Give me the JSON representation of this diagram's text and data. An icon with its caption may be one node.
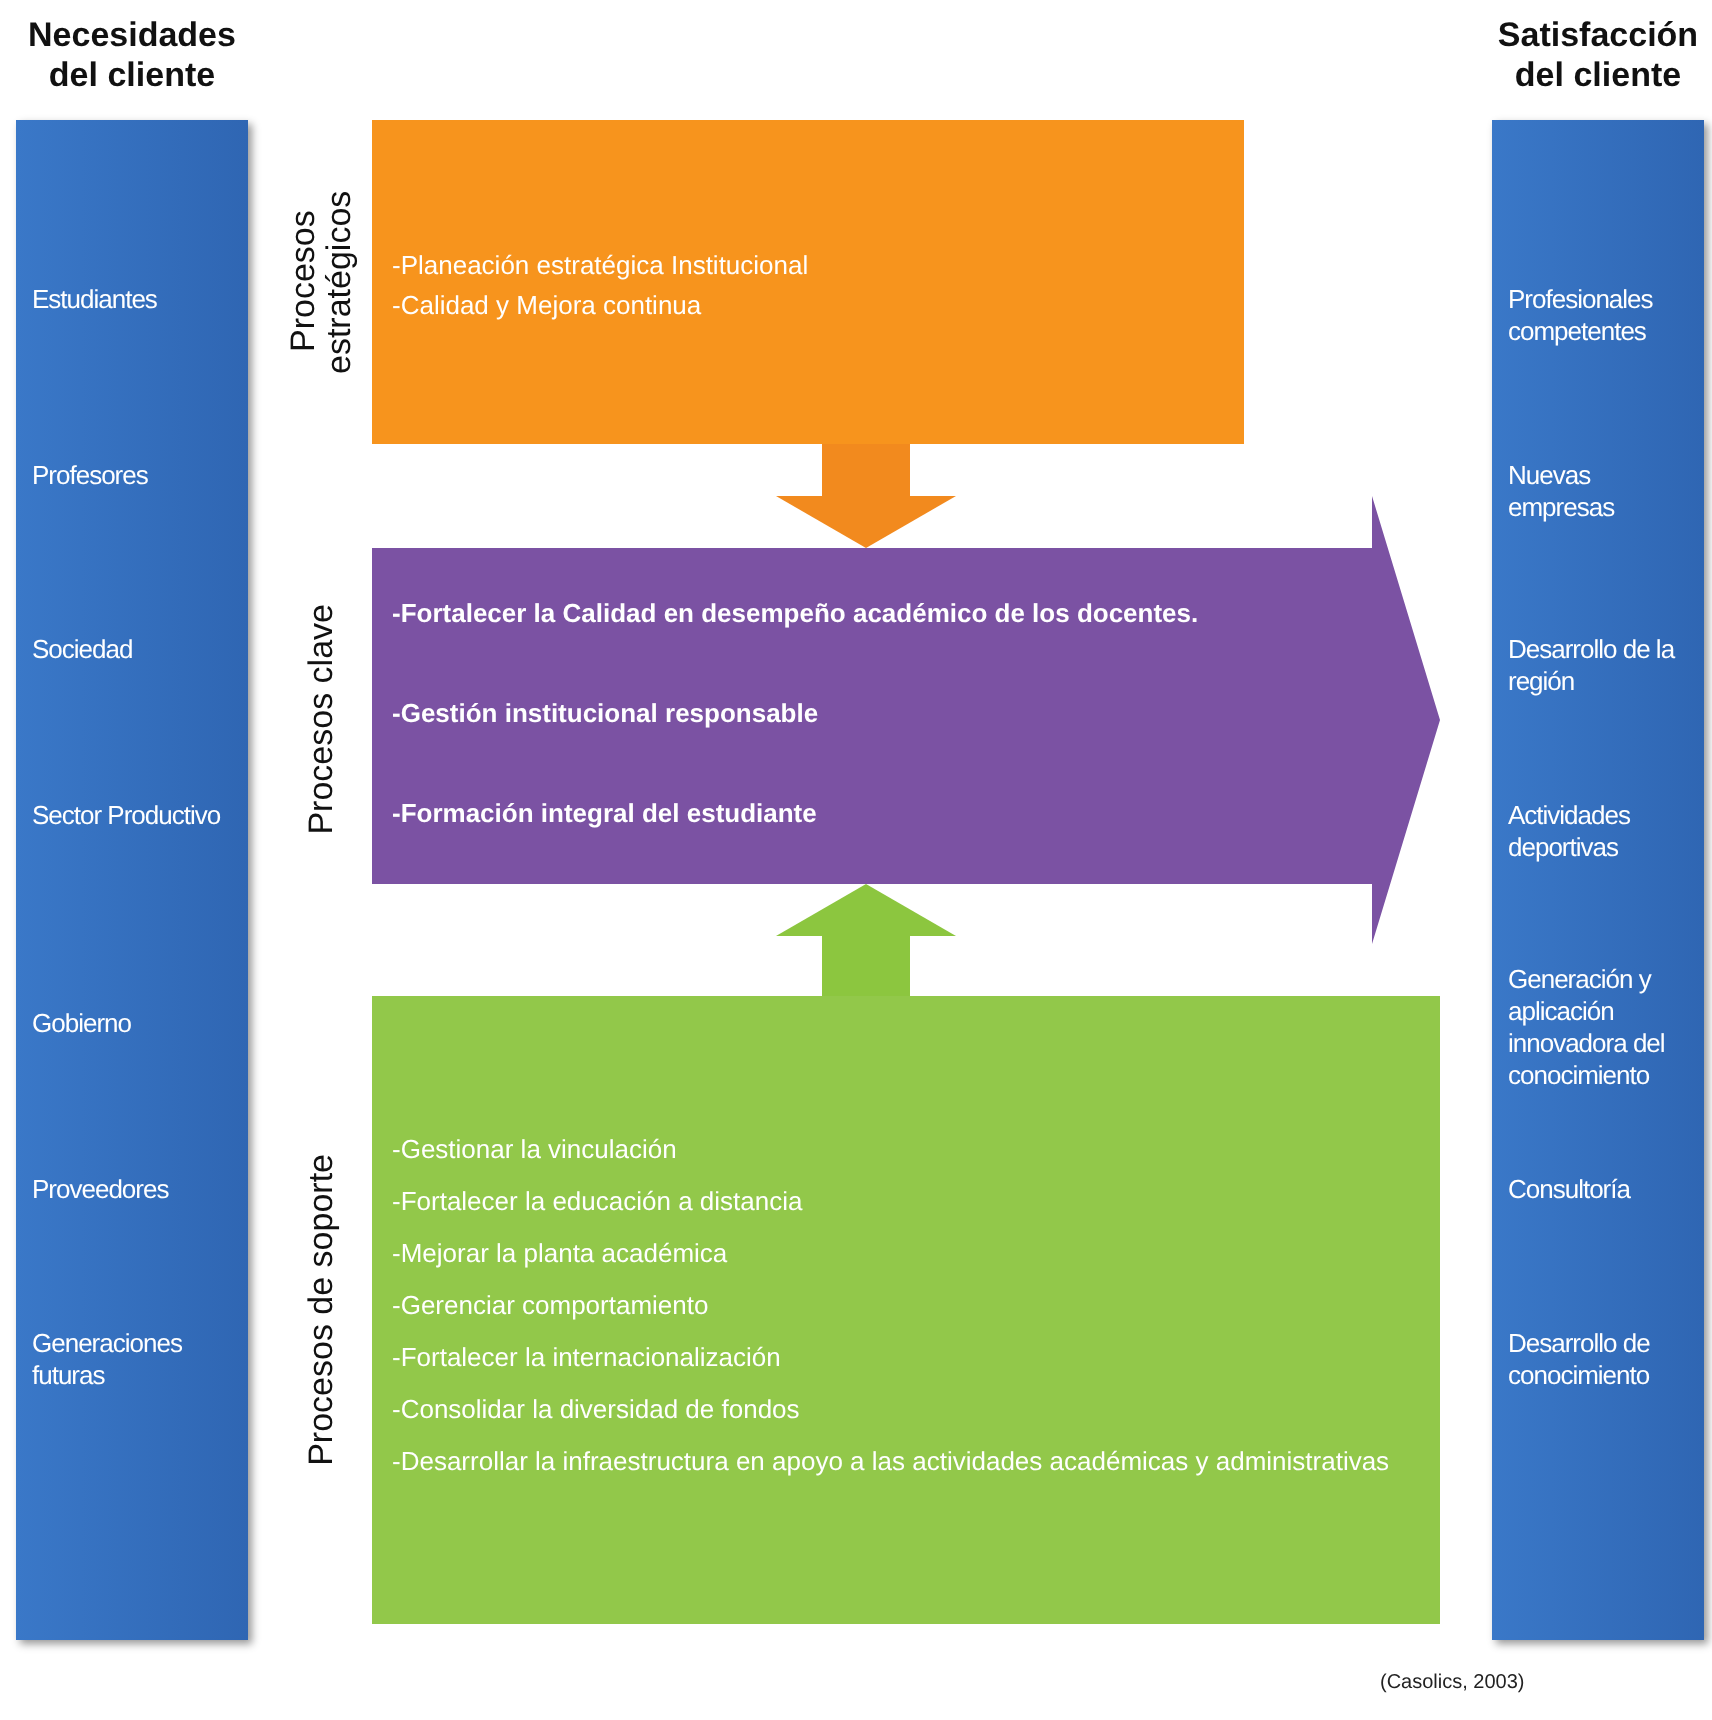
{
  "diagram": {
    "nodes": [
      {
        "text": [
          "Necesidades del cliente",
          "Estudiantes",
          "Profesores",
          "Sociedad",
          "Sector Productivo",
          "Gobierno",
          "Proveedores",
          "Generaciones futuras"
        ]
      },
      {
        "text": [
          "Procesos estratégicos",
          "-Planeación estratégica Institucional",
          "-Calidad y Mejora continua"
        ]
      },
      {
        "text": [
          "Procesos clave",
          "-Fortalecer la Calidad en desempeño académico de los docentes.",
          "-Gestión institucional responsable",
          "-Formación integral del estudiante"
        ]
      },
      {
        "text": [
          "Procesos de soporte",
          "-Gestionar la vinculación",
          "-Fortalecer la educación a distancia",
          "-Mejorar la planta académica",
          "-Gerenciar comportamiento",
          "-Fortalecer la internacionalización",
          "-Consolidar la diversidad de fondos",
          "-Desarrollar la infraestructura en apoyo a las actividades académicas y administrativas"
        ]
      },
      {
        "text": [
          "Satisfacción del cliente",
          "Profesionales competentes",
          "Nuevas empresas",
          "Desarrollo de la región",
          "Actividades deportivas",
          "Generación y aplicación innovadora del conocimiento",
          "Consultoría",
          "Desarrollo de conocimiento"
        ]
      }
    ],
    "edges": [
      {
        "from": 1,
        "to": 2,
        "arrow": "to",
        "color": "#f28a1e"
      },
      {
        "from": 3,
        "to": 2,
        "arrow": "to",
        "color": "#8cc63f"
      }
    ],
    "labels": [
      "(Casolics, 2003)"
    ]
  }
}
